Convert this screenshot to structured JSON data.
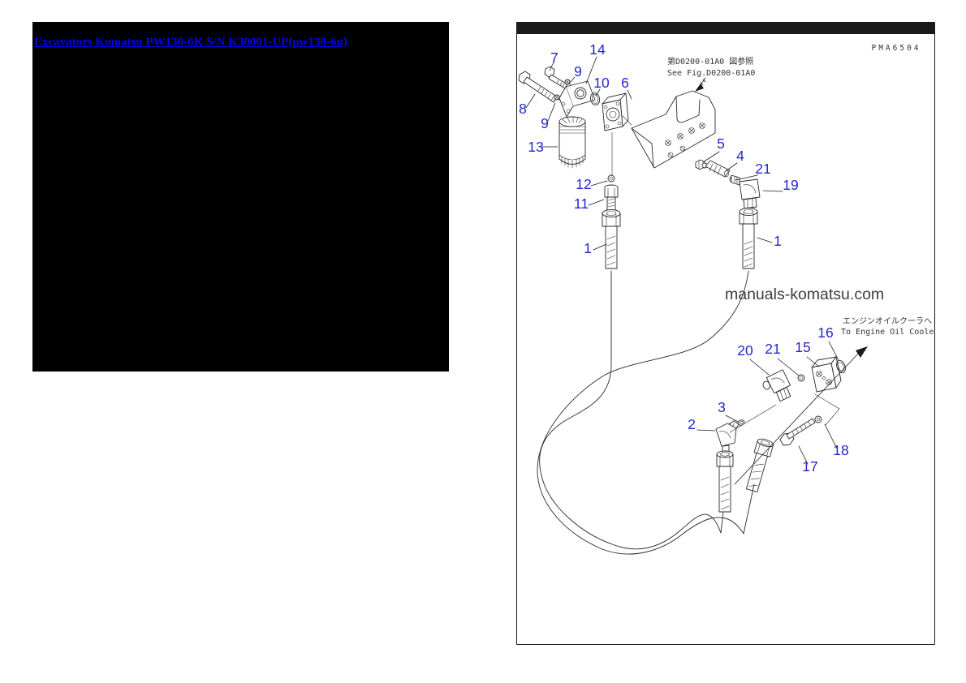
{
  "header": {
    "link_text": "Excavators Komatsu PW130-6K S/N K30001-UP(pw130-6u)",
    "link_color": "#0000EE",
    "panel_bg": "#000000"
  },
  "diagram": {
    "drawing_code": "PMA6504",
    "ref_note_jp": "第D0200-01A0 図参照",
    "ref_note_en": "See Fig.D0200-01A0",
    "engine_note_jp": "エンジンオイルクーラへ",
    "engine_note_en": "To Engine Oil Coole",
    "watermark": "manuals-komatsu.com",
    "label_color": "#2626cc",
    "part_labels": [
      "7",
      "14",
      "9",
      "10",
      "6",
      "8",
      "9",
      "13",
      "5",
      "4",
      "21",
      "19",
      "12",
      "11",
      "1",
      "1",
      "20",
      "21",
      "15",
      "16",
      "3",
      "2",
      "18",
      "17"
    ]
  }
}
